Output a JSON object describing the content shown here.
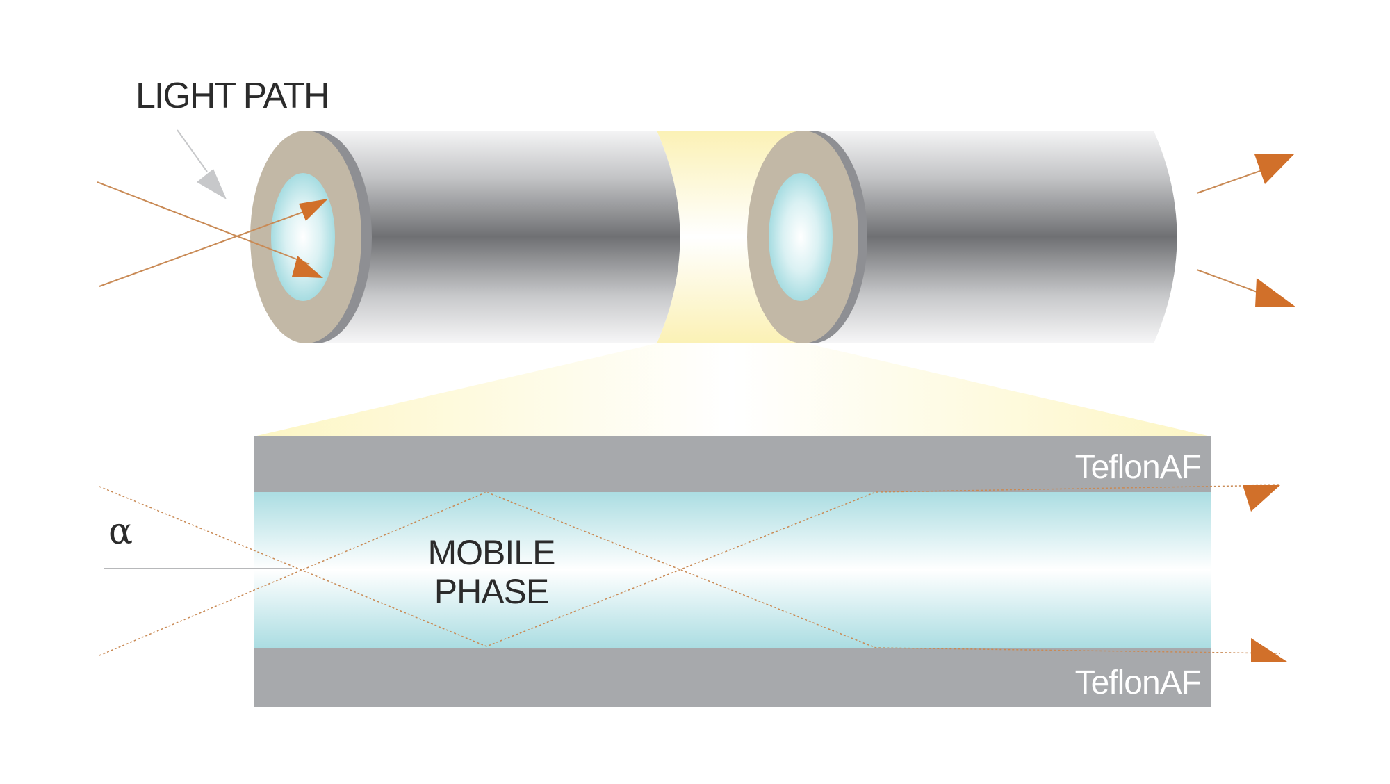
{
  "labels": {
    "light_path": "LIGHT PATH",
    "alpha": "α",
    "mobile_phase_line1": "MOBILE",
    "mobile_phase_line2": "PHASE",
    "teflon_top": "TeflonAF",
    "teflon_bottom": "TeflonAF"
  },
  "colors": {
    "tube_light": "#f3f3f4",
    "tube_dark": "#6e6f72",
    "ring": "#c2b8a6",
    "ring_edge": "#8f9094",
    "core_light": "#ffffff",
    "core_blue": "#a9dde2",
    "glow": "#fff6bf",
    "wall": "#a7a9ac",
    "arrow": "#d1702a",
    "ray": "#c98a55",
    "pointer": "#c7c8ca"
  }
}
